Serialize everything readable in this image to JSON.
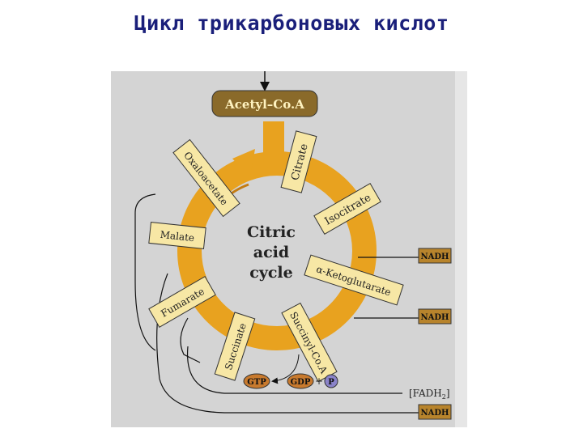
{
  "slide_title": "Цикл трикарбоновых кислот",
  "colors": {
    "ring_orange": "#e8a21f",
    "box_fill": "#f7e7a5",
    "acetyl_box": "#8a6a2a",
    "nadh_box": "#b8842c",
    "gtp_box": "#c87a2e",
    "phosphate": "#8a83c9",
    "page_bg": "#d4d4d4",
    "title_color": "#1a1f7a"
  },
  "input": {
    "label": "Acetyl–Co.A"
  },
  "center": {
    "line1": "Citric",
    "line2": "acid",
    "line3": "cycle"
  },
  "intermediates": [
    {
      "label": "Citrate"
    },
    {
      "label": "Isocitrate"
    },
    {
      "label": "α-Ketoglutarate"
    },
    {
      "label": "Succinyl-Co.A"
    },
    {
      "label": "Succinate"
    },
    {
      "label": "Fumarate"
    },
    {
      "label": "Malate"
    },
    {
      "label": "Oxaloacetate"
    }
  ],
  "products": {
    "nadh_1": "NADH",
    "nadh_2": "NADH",
    "nadh_3": "NADH",
    "fadh2": "[FADH",
    "fadh2_sub": "2",
    "fadh2_close": "]",
    "gtp": "GTP",
    "gdp": "GDP",
    "plus": "+",
    "phosphate": "P"
  }
}
